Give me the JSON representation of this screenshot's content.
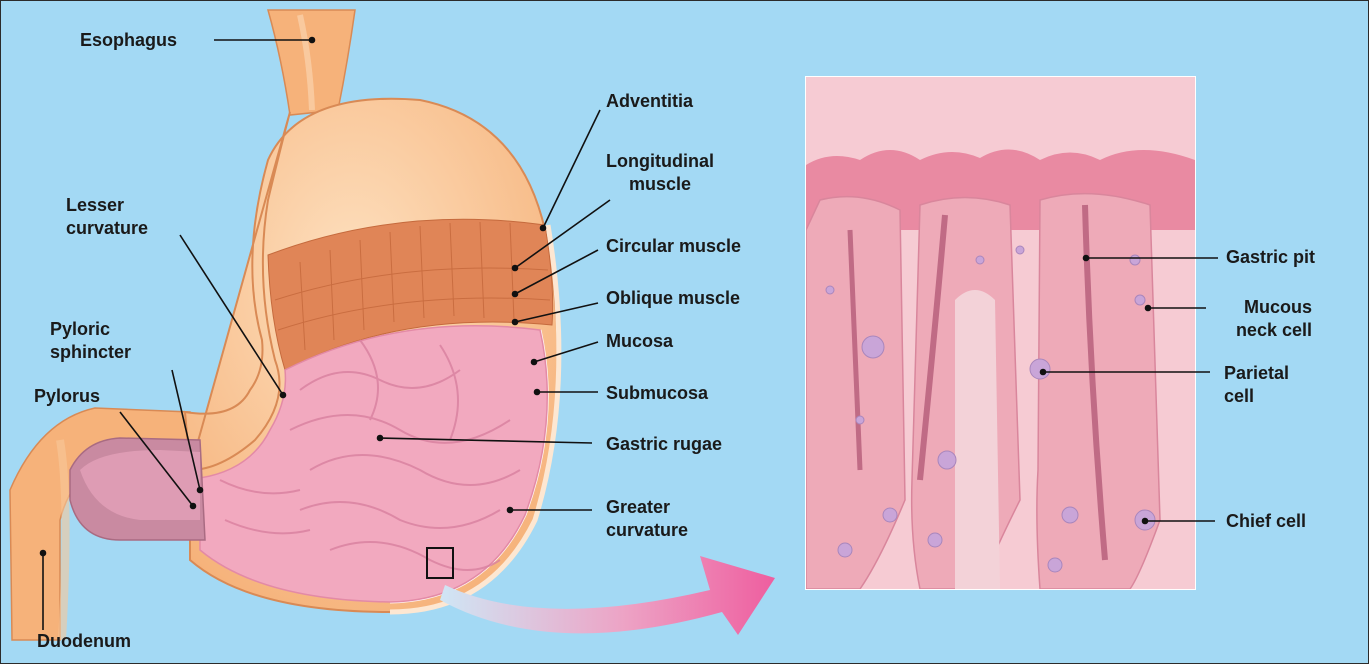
{
  "stomach_labels": {
    "esophagus": "Esophagus",
    "lesser_curvature": "Lesser\ncurvature",
    "pyloric_sphincter": "Pyloric\nsphincter",
    "pylorus": "Pylorus",
    "duodenum": "Duodenum",
    "adventitia": "Adventitia",
    "longitudinal_muscle": "Longitudinal\nmuscle",
    "circular_muscle": "Circular muscle",
    "oblique_muscle": "Oblique muscle",
    "mucosa": "Mucosa",
    "submucosa": "Submucosa",
    "gastric_rugae": "Gastric rugae",
    "greater_curvature": "Greater\ncurvature"
  },
  "detail_labels": {
    "gastric_pit": "Gastric pit",
    "mucous_neck_cell": "Mucous\nneck cell",
    "parietal_cell": "Parietal\ncell",
    "chief_cell": "Chief cell"
  },
  "colors": {
    "background": "#a3d9f4",
    "stomach_outer": "#f6b27a",
    "muscle_band": "#e08557",
    "mucosa_interior": "#f2a9bf",
    "detail_panel": "#f7c7d1",
    "arrow": "#ee6aa6"
  }
}
